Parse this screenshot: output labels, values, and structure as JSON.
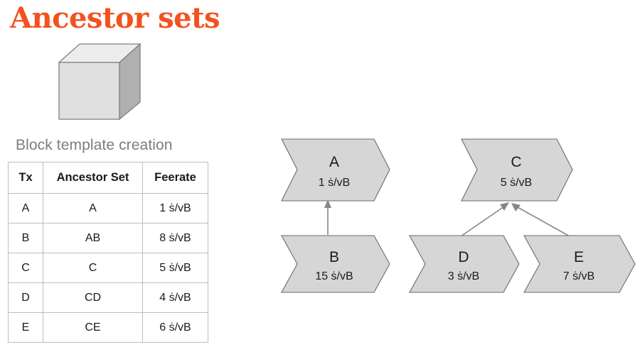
{
  "slide": {
    "title": "Ancestor sets",
    "title_color": "#F4511E",
    "bg_color": "#ffffff"
  },
  "cube": {
    "icon": "3d-cube-icon",
    "front_color": "#e0e0e0",
    "top_color": "#ededed",
    "side_color": "#b0b0b0",
    "stroke_color": "#808080"
  },
  "left_panel": {
    "caption": "Block template creation",
    "caption_color": "#7d7d7d",
    "table": {
      "headers": [
        "Tx",
        "Ancestor Set",
        "Feerate"
      ],
      "rows": [
        {
          "tx": "A",
          "ancestor_set": "A",
          "feerate": "1 ṡ/vB"
        },
        {
          "tx": "B",
          "ancestor_set": "AB",
          "feerate": "8 ṡ/vB"
        },
        {
          "tx": "C",
          "ancestor_set": "C",
          "feerate": "5 ṡ/vB"
        },
        {
          "tx": "D",
          "ancestor_set": "CD",
          "feerate": "4 ṡ/vB"
        },
        {
          "tx": "E",
          "ancestor_set": "CE",
          "feerate": "6 ṡ/vB"
        }
      ],
      "border_color": "#bdbdbd"
    }
  },
  "diagram": {
    "shape_fill": "#d6d6d6",
    "shape_stroke": "#6b6b6b",
    "arrow_color": "#878787",
    "nodes": [
      {
        "id": "A",
        "name": "A",
        "feerate": "1 ṡ/vB"
      },
      {
        "id": "B",
        "name": "B",
        "feerate": "15 ṡ/vB"
      },
      {
        "id": "C",
        "name": "C",
        "feerate": "5 ṡ/vB"
      },
      {
        "id": "D",
        "name": "D",
        "feerate": "3 ṡ/vB"
      },
      {
        "id": "E",
        "name": "E",
        "feerate": "7 ṡ/vB"
      }
    ],
    "edges": [
      {
        "from": "B",
        "to": "A"
      },
      {
        "from": "D",
        "to": "C"
      },
      {
        "from": "E",
        "to": "C"
      }
    ]
  }
}
